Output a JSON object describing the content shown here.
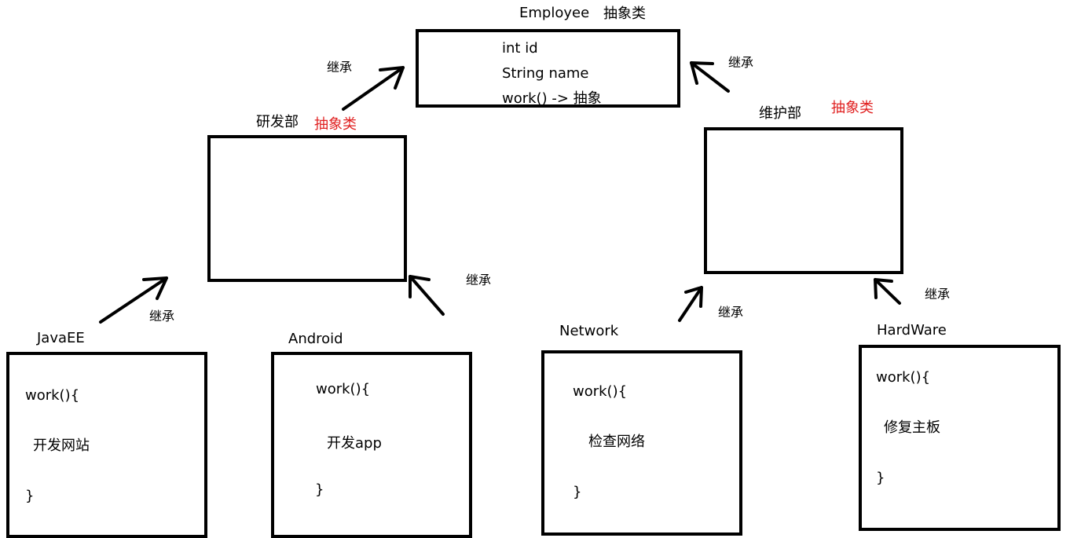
{
  "colors": {
    "stroke": "#000000",
    "abstract_highlight": "#e02020",
    "background": "#ffffff"
  },
  "employee": {
    "title": "Employee",
    "tag": "抽象类",
    "fields": [
      "int id",
      "String name",
      "work() -> 抽象"
    ]
  },
  "rnd": {
    "title": "研发部",
    "tag": "抽象类"
  },
  "maintenance": {
    "title": "维护部",
    "tag": "抽象类"
  },
  "inherit_label": "继承",
  "leaves": {
    "javaee": {
      "title": "JavaEE",
      "open": "work(){",
      "body": "开发网站",
      "close": "}"
    },
    "android": {
      "title": "Android",
      "open": "work(){",
      "body": "开发app",
      "close": "}"
    },
    "network": {
      "title": "Network",
      "open": "work(){",
      "body": "检查网络",
      "close": "}"
    },
    "hardware": {
      "title": "HardWare",
      "open": "work(){",
      "body": "修复主板",
      "close": "}"
    }
  }
}
